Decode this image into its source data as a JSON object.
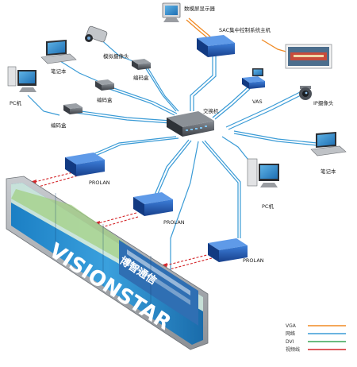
{
  "labels": {
    "display_terminal": "数模屏显示器",
    "controller": "SAC集中控制系统主机",
    "camera_analog": "模拟摄像头",
    "laptop_left": "笔记本",
    "encoder_1": "编码盒",
    "encoder_2": "编码盒",
    "encoder_3": "编码盒",
    "pc_left": "PC机",
    "switch": "交换机",
    "vas": "VAS",
    "ip_camera": "IP摄像头",
    "laptop_right": "笔记本",
    "pc_right": "PC机",
    "prolan_1": "PROLAN",
    "prolan_2": "PROLAN",
    "prolan_3": "PROLAN"
  },
  "brand_text": "VISIONSTAR",
  "brand_sub": "博智通信",
  "legend": [
    {
      "label": "VGA",
      "color": "#f08a24"
    },
    {
      "label": "网络",
      "color": "#3a9bd6"
    },
    {
      "label": "DVI",
      "color": "#3aa655"
    },
    {
      "label": "视频线",
      "color": "#d4262a"
    }
  ],
  "colors": {
    "network": "#3a9bd6",
    "vga": "#f08a24",
    "dvi": "#3aa655",
    "video": "#d4262a",
    "device_blue": "#1f5fb8"
  }
}
